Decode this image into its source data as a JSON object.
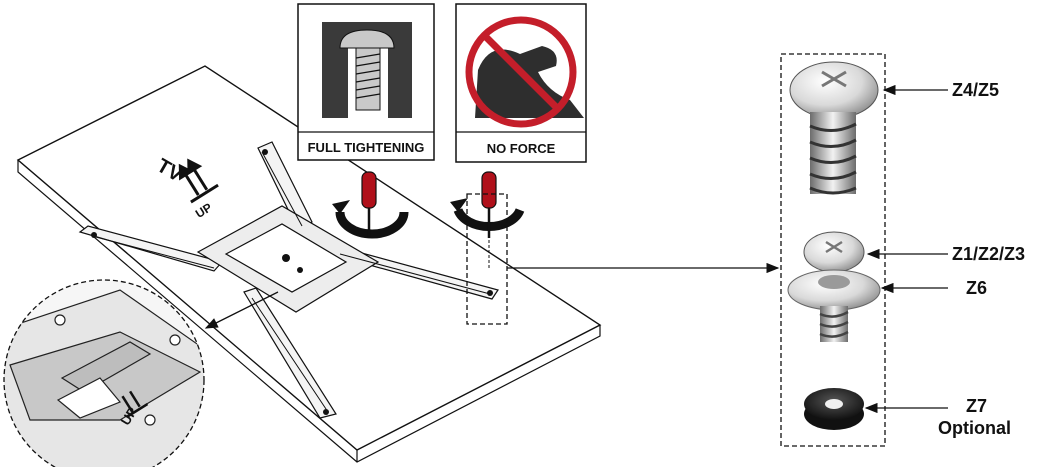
{
  "icons": {
    "full_tightening": {
      "label": "FULL TIGHTENING",
      "icon": "screw-in-hole-icon"
    },
    "no_force": {
      "label": "NO FORCE",
      "icon": "no-force-arm-icon"
    }
  },
  "tv_back": {
    "orientation_text": "TV",
    "up_text": "UP"
  },
  "detail_inset": {
    "up_text": "UP"
  },
  "hardware_callouts": [
    {
      "id": "z4-z5",
      "label": "Z4/Z5"
    },
    {
      "id": "z1-z2-z3",
      "label": "Z1/Z2/Z3"
    },
    {
      "id": "z6",
      "label": "Z6"
    },
    {
      "id": "z7",
      "label": "Z7",
      "note": "Optional"
    }
  ],
  "colors": {
    "screwdriver_handle": "#b0101a",
    "prohibition": "#c41e2a",
    "icon_bg": "#3a3a3a",
    "line": "#111111"
  }
}
